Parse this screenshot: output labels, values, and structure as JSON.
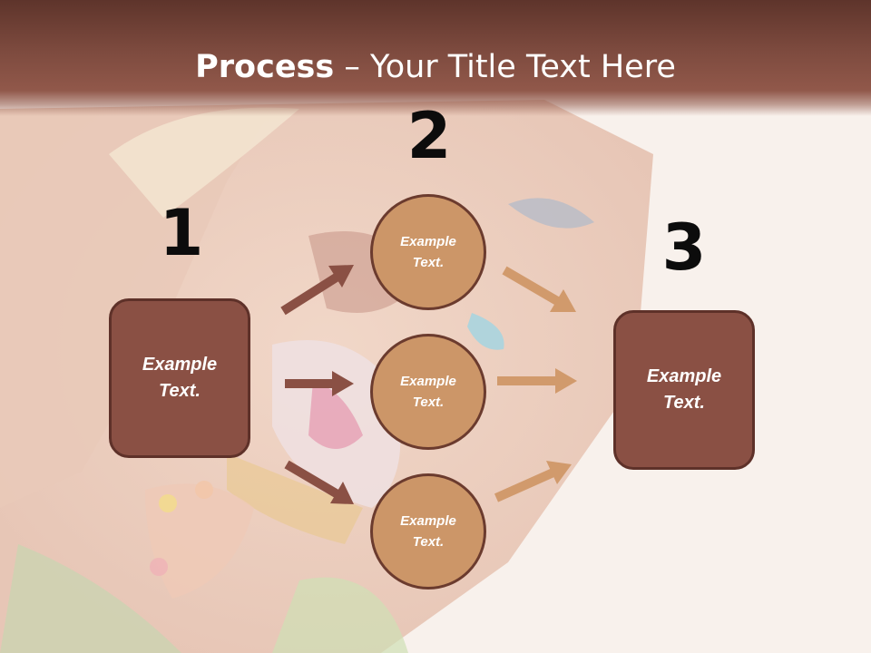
{
  "slide": {
    "title_bold": "Process",
    "title_rest": " – Your Title Text Here",
    "numbers": {
      "one": "1",
      "two": "2",
      "three": "3"
    },
    "left_box": "Example Text.",
    "right_box": "Example Text.",
    "circles": [
      "Example Text.",
      "Example Text.",
      "Example Text."
    ]
  },
  "colors": {
    "title_band": "#7e4b3f",
    "box_fill": "#8a5044",
    "circle_fill": "#cc9668",
    "left_arrows": "#8a5044",
    "right_arrows": "#d19a6c"
  }
}
